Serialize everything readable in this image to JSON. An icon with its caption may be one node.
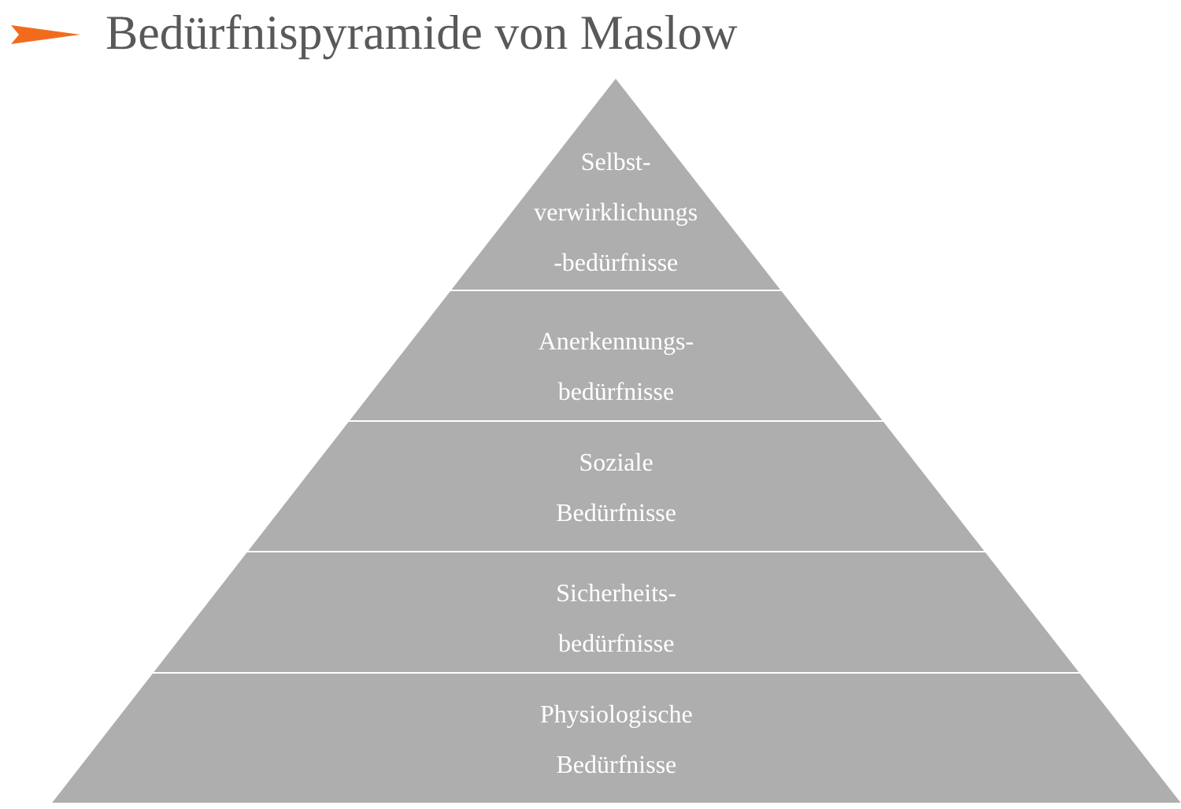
{
  "diagram": {
    "title": "Bedürfnispyramide von Maslow",
    "nodes": [
      {
        "text": [
          "Selbst- verwirklichungs -bedürfnisse"
        ]
      },
      {
        "text": [
          "Anerkennungs- bedürfnisse"
        ]
      },
      {
        "text": [
          "Soziale Bedürfnisse"
        ]
      },
      {
        "text": [
          "Sicherheits- bedürfnisse"
        ]
      },
      {
        "text": [
          "Physiologische Bedürfnisse"
        ]
      }
    ],
    "edges": []
  }
}
